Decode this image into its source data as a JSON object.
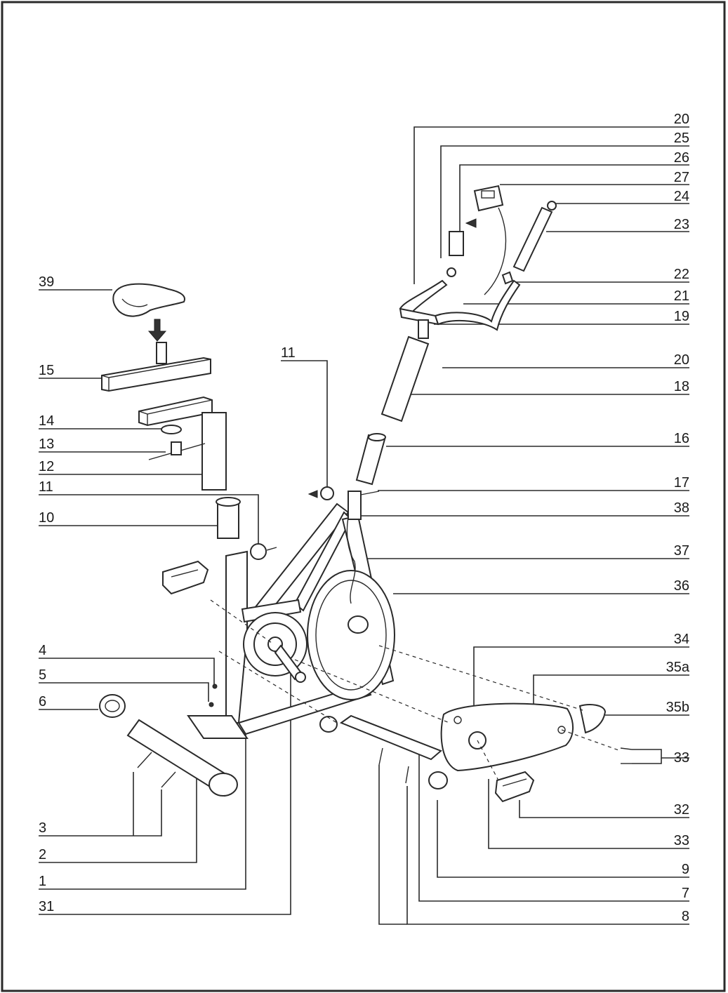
{
  "diagram": {
    "border_color": "#2a2a2a",
    "labels": {
      "p20a": "20",
      "p25": "25",
      "p26": "26",
      "p27": "27",
      "p24": "24",
      "p23": "23",
      "p22": "22",
      "p21": "21",
      "p19": "19",
      "p20b": "20",
      "p18": "18",
      "p16": "16",
      "p17": "17",
      "p38": "38",
      "p37": "37",
      "p36": "36",
      "p34": "34",
      "p35a": "35a",
      "p35b": "35b",
      "p33a": "33",
      "p32": "32",
      "p33b": "33",
      "p9": "9",
      "p7": "7",
      "p8": "8",
      "p39": "39",
      "p15": "15",
      "p11a": "11",
      "p14": "14",
      "p13": "13",
      "p12": "12",
      "p11b": "11",
      "p10": "10",
      "p4": "4",
      "p5": "5",
      "p6": "6",
      "p3": "3",
      "p2": "2",
      "p1": "1",
      "p31": "31"
    }
  }
}
